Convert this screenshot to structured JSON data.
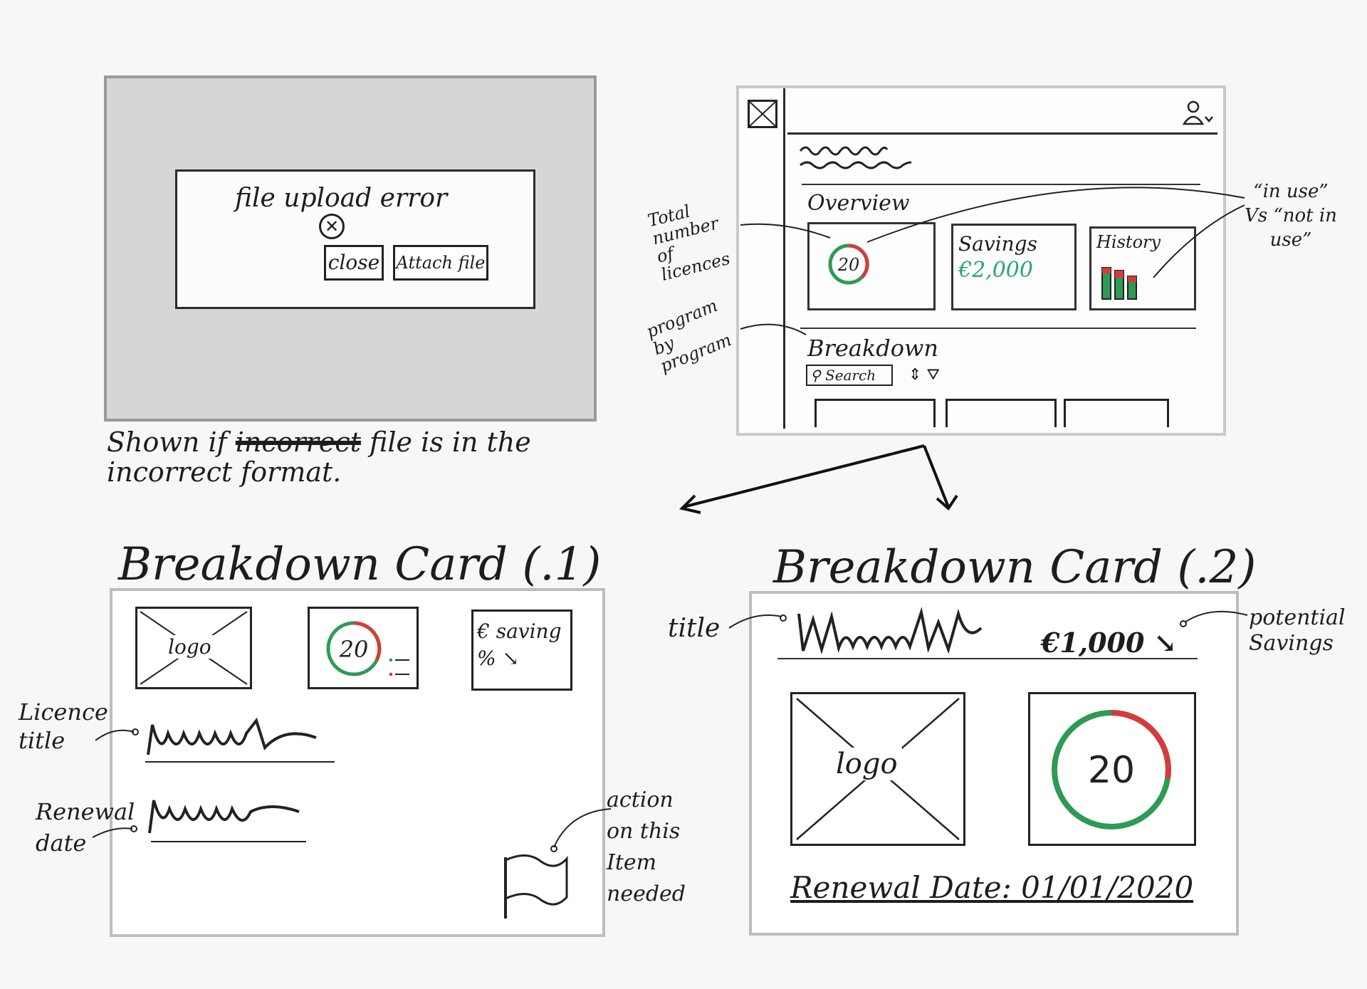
{
  "upload_error": {
    "title": "file upload error",
    "error_icon": "x-circle-icon",
    "close_label": "close",
    "attach_label": "Attach file",
    "caption_prefix": "Shown if ",
    "caption_strike": "incorrect",
    "caption_suffix": " file is in the incorrect format."
  },
  "dashboard": {
    "user_icon": "user-icon",
    "overview_label": "Overview",
    "licences_count": "20",
    "savings_label": "Savings",
    "savings_value": "€2,000",
    "history_label": "History",
    "breakdown_label": "Breakdown",
    "search_label": "Search",
    "annotations": {
      "total_licences": "Total number of licences",
      "in_use": "“in use” Vs “not in use”",
      "program": "program by program"
    }
  },
  "card1": {
    "title": "Breakdown Card (.1)",
    "logo_label": "logo",
    "chart_value": "20",
    "saving_line1": "€ saving",
    "saving_line2": "%",
    "licence_title_label": "Licence title",
    "renewal_label": "Renewal date",
    "flag_note": "action on this Item needed"
  },
  "card2": {
    "title": "Breakdown Card (.2)",
    "title_label": "title",
    "price": "€1,000",
    "savings_label": "potential Savings",
    "logo_label": "logo",
    "chart_value": "20",
    "renewal": "Renewal Date: 01/01/2020"
  },
  "colors": {
    "green": "#2f9a55",
    "red": "#d43b3b",
    "teal": "#2aa37a"
  }
}
